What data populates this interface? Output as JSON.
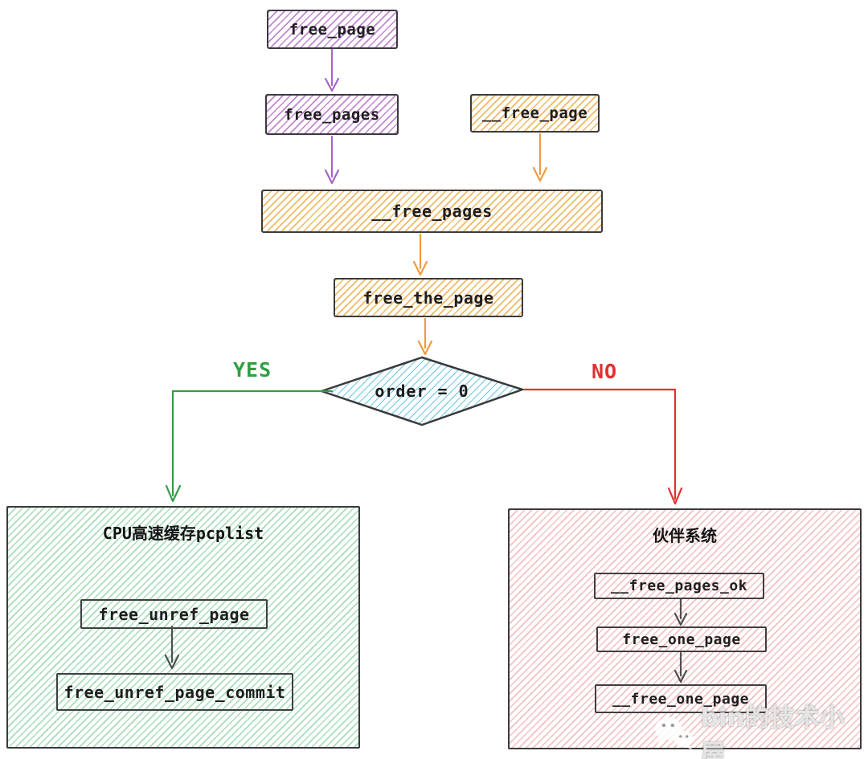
{
  "diagram": {
    "nodes": {
      "free_page": "free_page",
      "free_pages": "free_pages",
      "__free_page": "__free_page",
      "__free_pages": "__free_pages",
      "free_the_page": "free_the_page",
      "decision": "order = 0",
      "free_unref_page": "free_unref_page",
      "free_unref_page_commit": "free_unref_page_commit",
      "__free_pages_ok": "__free_pages_ok",
      "free_one_page": "free_one_page",
      "__free_one_page": "__free_one_page"
    },
    "branches": {
      "yes": "YES",
      "no": "NO"
    },
    "groups": {
      "pcp_cache": {
        "title": "CPU高速缓存pcplist"
      },
      "buddy_system": {
        "title": "伙伴系统"
      }
    },
    "watermark": {
      "text": "bin的技术小屋",
      "icon": "wechat-icon"
    },
    "colors": {
      "purple_hatch": "#ba70cd",
      "orange_hatch": "#f0a73f",
      "blue_hatch": "#5fc4db",
      "green_hatch": "#69c887",
      "red_hatch": "#f09494",
      "border_dark": "#3a3a3e",
      "yes_green": "#2f9e44",
      "no_red": "#e03131",
      "arrow_purple": "#a866c9",
      "arrow_orange": "#ef9b41",
      "arrow_dark": "#4f4f4f"
    }
  }
}
